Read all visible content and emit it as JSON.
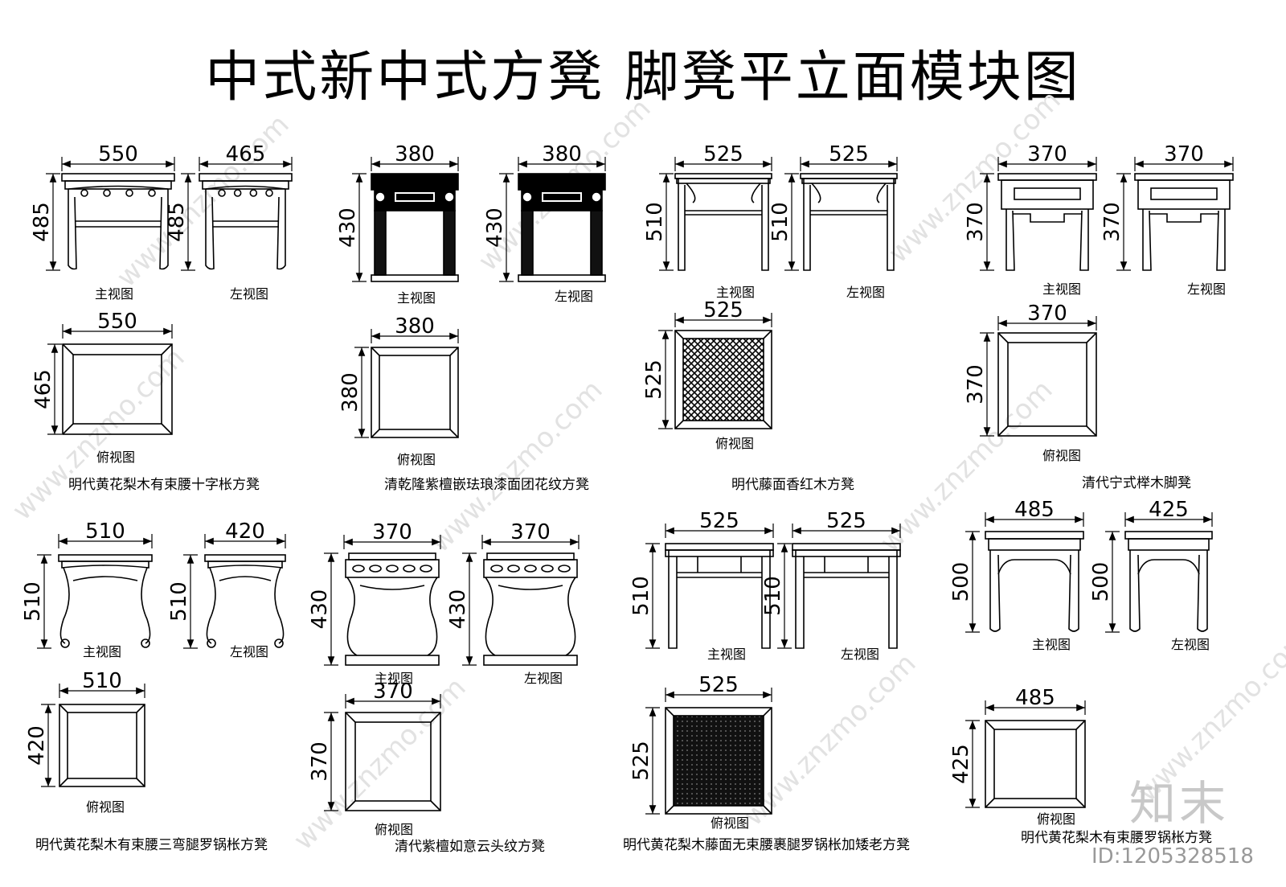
{
  "title": "中式新中式方凳  脚凳平立面模块图",
  "watermark": "www.znzmo.com",
  "brand_logo": "知末",
  "image_id": "ID:1205328518",
  "colors": {
    "ink": "#000000",
    "watermark": "#e2e2e2",
    "background": "#ffffff"
  },
  "stools": [
    {
      "name": "明代黄花梨木有束腰十字枨方凳",
      "front": {
        "label": "主视图",
        "width": "550",
        "height": "485"
      },
      "side": {
        "label": "左视图",
        "width": "465",
        "height": "485"
      },
      "top": {
        "label": "俯视图",
        "width": "550",
        "height": "465"
      }
    },
    {
      "name": "清乾隆紫檀嵌珐琅漆面团花纹方凳",
      "front": {
        "label": "主视图",
        "width": "380",
        "height": "430"
      },
      "side": {
        "label": "左视图",
        "width": "380",
        "height": "430"
      },
      "top": {
        "label": "俯视图",
        "width": "380",
        "height": "380"
      }
    },
    {
      "name": "明代藤面香红木方凳",
      "front": {
        "label": "主视图",
        "width": "525",
        "height": "510"
      },
      "side": {
        "label": "左视图",
        "width": "525",
        "height": "510"
      },
      "top": {
        "label": "俯视图",
        "width": "525",
        "height": "525"
      }
    },
    {
      "name": "清代宁式榉木脚凳",
      "front": {
        "label": "主视图",
        "width": "370",
        "height": "370"
      },
      "side": {
        "label": "左视图",
        "width": "370",
        "height": "370"
      },
      "top": {
        "label": "俯视图",
        "width": "370",
        "height": "370"
      }
    },
    {
      "name": "明代黄花梨木有束腰三弯腿罗锅枨方凳",
      "front": {
        "label": "主视图",
        "width": "510",
        "height": "510"
      },
      "side": {
        "label": "左视图",
        "width": "420",
        "height": "510"
      },
      "top": {
        "label": "俯视图",
        "width": "510",
        "height": "420"
      }
    },
    {
      "name": "清代紫檀如意云头纹方凳",
      "front": {
        "label": "主视图",
        "width": "370",
        "height": "430"
      },
      "side": {
        "label": "左视图",
        "width": "370",
        "height": "430"
      },
      "top": {
        "label": "俯视图",
        "width": "370",
        "height": "370"
      }
    },
    {
      "name": "明代黄花梨木藤面无束腰裹腿罗锅枨加矮老方凳",
      "front": {
        "label": "主视图",
        "width": "525",
        "height": "510"
      },
      "side": {
        "label": "左视图",
        "width": "525",
        "height": "510"
      },
      "top": {
        "label": "俯视图",
        "width": "525",
        "height": "525"
      }
    },
    {
      "name": "明代黄花梨木有束腰罗锅枨方凳",
      "front": {
        "label": "主视图",
        "width": "485",
        "height": "500"
      },
      "side": {
        "label": "左视图",
        "width": "425",
        "height": "500"
      },
      "top": {
        "label": "俯视图",
        "width": "485",
        "height": "425"
      }
    }
  ]
}
